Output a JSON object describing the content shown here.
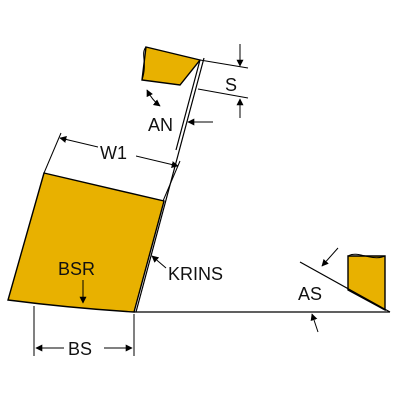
{
  "labels": {
    "s": "S",
    "an": "AN",
    "w1": "W1",
    "bsr": "BSR",
    "krins": "KRINS",
    "as": "AS",
    "bs": "BS"
  },
  "colors": {
    "insert_fill": "#E8B100",
    "outline": "#000000",
    "background": "#FFFFFF"
  }
}
